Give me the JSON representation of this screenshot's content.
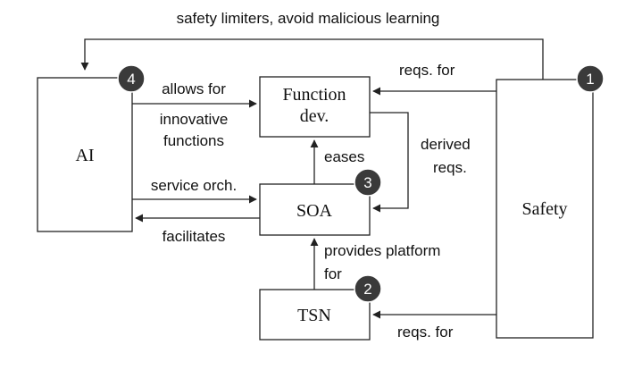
{
  "nodes": {
    "ai": "AI",
    "function_dev": [
      "Function",
      "dev."
    ],
    "soa": "SOA",
    "tsn": "TSN",
    "safety": "Safety"
  },
  "badges": {
    "safety": "1",
    "tsn": "2",
    "soa": "3",
    "ai": "4"
  },
  "edges": {
    "top_feedback": "safety limiters, avoid malicious learning",
    "reqs_for_top": "reqs. for",
    "reqs_for_bottom": "reqs. for",
    "allows_for": "allows for",
    "innovative_functions": [
      "innovative",
      "functions"
    ],
    "service_orch": "service orch.",
    "facilitates": "facilitates",
    "eases": "eases",
    "derived_reqs": [
      "derived",
      "reqs."
    ],
    "provides_platform": [
      "provides platform",
      "for"
    ]
  },
  "colors": {
    "badge_fill": "#3a3a3a",
    "stroke": "#222222"
  }
}
